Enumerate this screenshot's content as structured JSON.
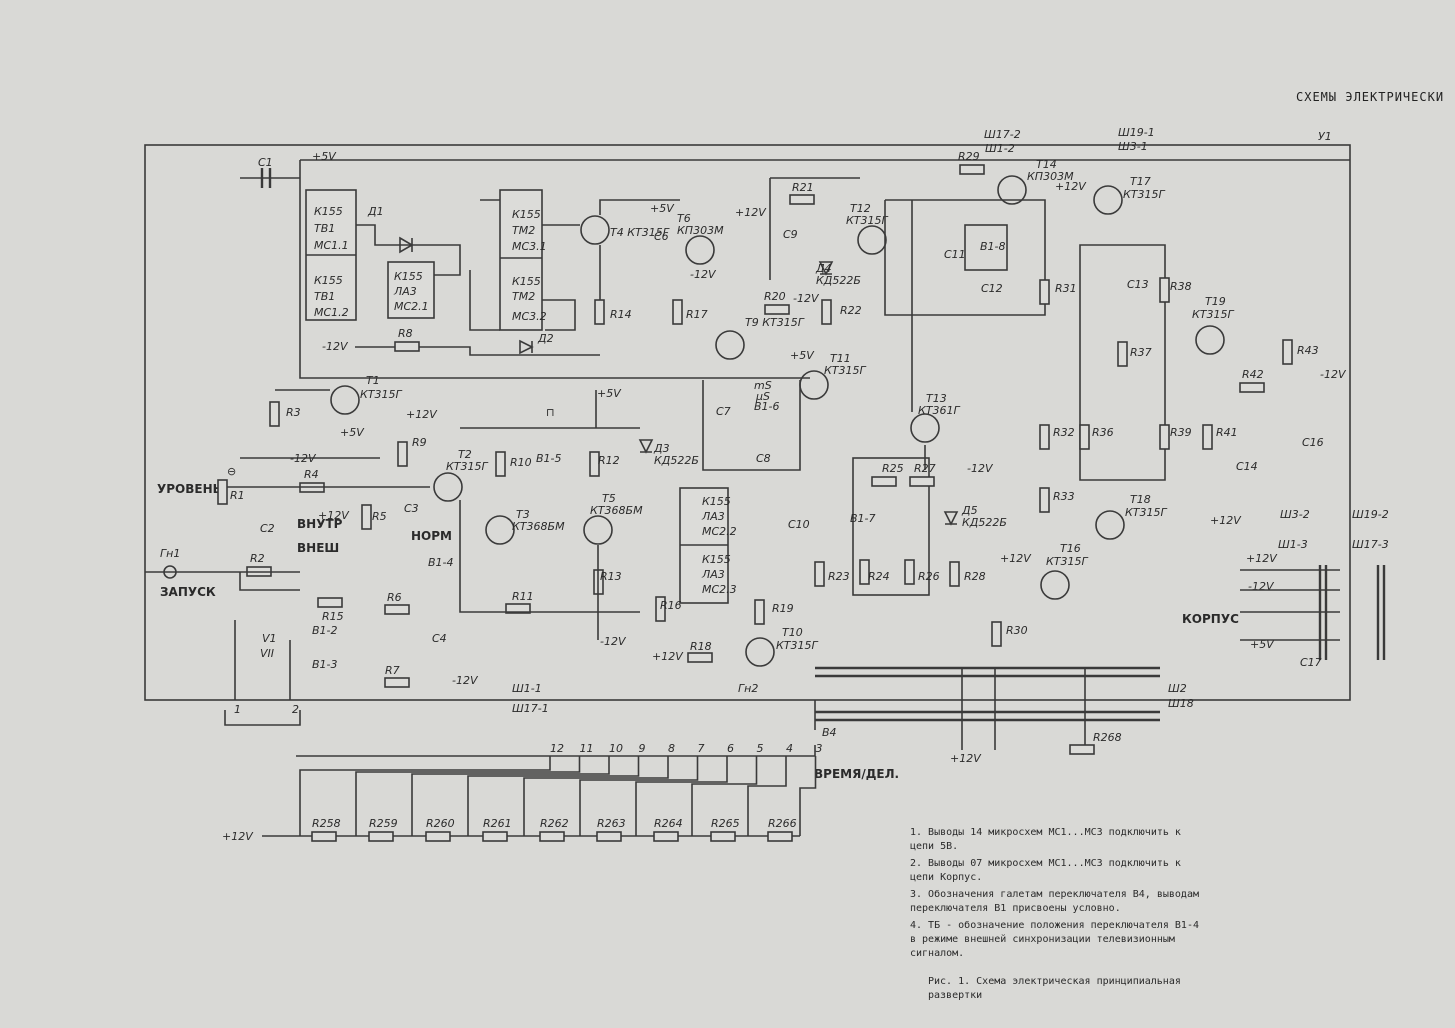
{
  "header": "СХЕМЫ ЭЛЕКТРИЧЕСКИ",
  "board_label": "У1",
  "labels": {
    "uroven": "УРОВЕНЬ",
    "zapusk": "ЗАПУСК",
    "vnutr": "ВНУТР",
    "vnesh": "ВНЕШ",
    "norm": "НОРМ",
    "vremya": "ВРЕМЯ/ДЕЛ.",
    "korpus": "КОРПУС"
  },
  "components": {
    "t1": "Т1 КТ315Г",
    "t2": "Т2 КТ315Г",
    "t3": "Т3 КТ368БМ",
    "t4": "Т4 КТ315Г",
    "t5": "Т5 КТ368БМ",
    "t6": "Т6 КП303М",
    "t9": "Т9 КТ315Г",
    "t10": "Т10 КТ315Г",
    "t11": "Т11 КТ315Г",
    "t12": "Т12 КТ315Г",
    "t13": "Т13 КТ361Г",
    "t14": "Т14 КП303М",
    "t16": "Т16 КТ315Г",
    "t17": "Т17 КТ315Г",
    "t18": "Т18 КТ315Г",
    "t19": "Т19 КТ315Г",
    "mc1_1": "К155 ТВ1 МС1.1",
    "mc1_2": "К155 ТВ1 МС1.2",
    "mc2_1": "К155 ЛА3 МС2.1",
    "mc3_1": "К155 ТМ2 МС3.1",
    "mc3_2": "К155 ТМ2 МС3.2",
    "mc2_2": "К155 ЛА3 МС2.2",
    "mc2_3": "К155 ЛА3 МС2.3",
    "d3": "Д3 КД522Б",
    "d4": "Д4 КД522Б",
    "d5": "Д5 КД522Б"
  },
  "rails": {
    "p5": "+5V",
    "p12": "+12V",
    "m12": "-12V"
  },
  "connectors": {
    "sh17_2": "Ш17-2",
    "sh1_2": "Ш1-2",
    "sh19_1": "Ш19-1",
    "sh3_1": "Ш3-1",
    "sh3_2": "Ш3-2",
    "sh1_3": "Ш1-3",
    "sh19_2": "Ш19-2",
    "sh17_3": "Ш17-3",
    "sh1_1": "Ш1-1",
    "sh17_1": "Ш17-1",
    "sh2": "Ш2",
    "sh18": "Ш18",
    "b4": "В4"
  },
  "time_resistors": [
    "R258",
    "R259",
    "R260",
    "R261",
    "R262",
    "R263",
    "R264",
    "R265",
    "R266"
  ],
  "time_taps": [
    "12",
    "11",
    "10",
    "9",
    "8",
    "7",
    "6",
    "5",
    "4",
    "3"
  ],
  "notes": [
    "1. Выводы 14 микросхем МС1...МС3 подключить к цепи 5В.",
    "2. Выводы 07 микросхем МС1...МС3 подключить к цепи Корпус.",
    "3. Обозначения галетам переключателя В4, выводам переключателя В1 присвоены условно.",
    "4. ТБ - обозначение положения переключателя В1-4 в режиме внешней синхронизации телевизионным сигналом."
  ],
  "caption": "Рис. 1. Схема электрическая принципиальная развертки"
}
